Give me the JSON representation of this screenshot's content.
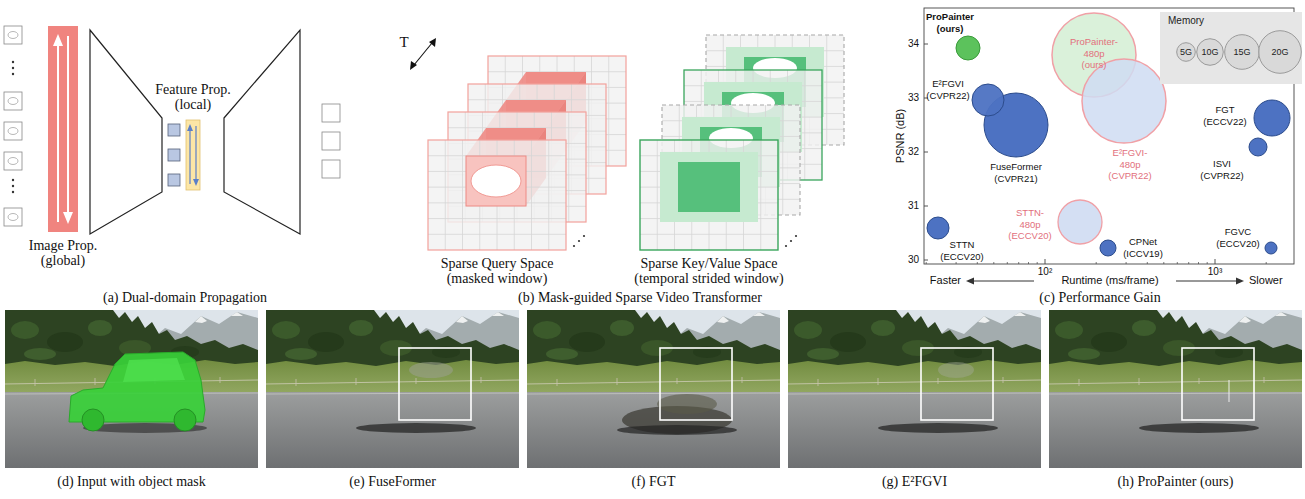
{
  "diagram": {
    "nodes": [
      {
        "text": [
          "Image Prop. (global)"
        ]
      },
      {
        "text": [
          "Feature Prop. (local)"
        ]
      },
      {
        "text": [
          "Sparse Query Space (masked window)"
        ]
      },
      {
        "text": [
          "Sparse Key/Value Space (temporal strided window)"
        ]
      },
      {
        "text": [
          "Memory"
        ]
      },
      {
        "text": [
          "5G"
        ],
        "in": 4
      },
      {
        "text": [
          "10G"
        ],
        "in": 4
      },
      {
        "text": [
          "15G"
        ],
        "in": 4
      },
      {
        "text": [
          "20G"
        ],
        "in": 4
      }
    ],
    "labels": [
      "(a) Dual-domain Propagation",
      "T",
      "(b) Mask-guided Sparse Video Transformer",
      "ProPainter (ours)",
      "ProPainter-480p (ours)",
      "E²FGVI (CVPR22)",
      "FuseFormer (CVPR21)",
      "E²FGVI-480p (CVPR22)",
      "FGT (ECCV22)",
      "ISVI (CVPR22)",
      "STTN (ECCV20)",
      "STTN-480p (ECCV20)",
      "CPNet (ICCV19)",
      "FGVC (ECCV20)",
      "34",
      "33",
      "32",
      "31",
      "30",
      "PSNR (dB)",
      "10²",
      "10³",
      "Faster",
      "Runtime (ms/frame)",
      "Slower",
      "(c) Performance Gain",
      "(d) Input with object mask",
      "(e) FuseFormer",
      "(f) FGT",
      "(g) E²FGVI",
      "(h) ProPainter (ours)"
    ]
  }
}
